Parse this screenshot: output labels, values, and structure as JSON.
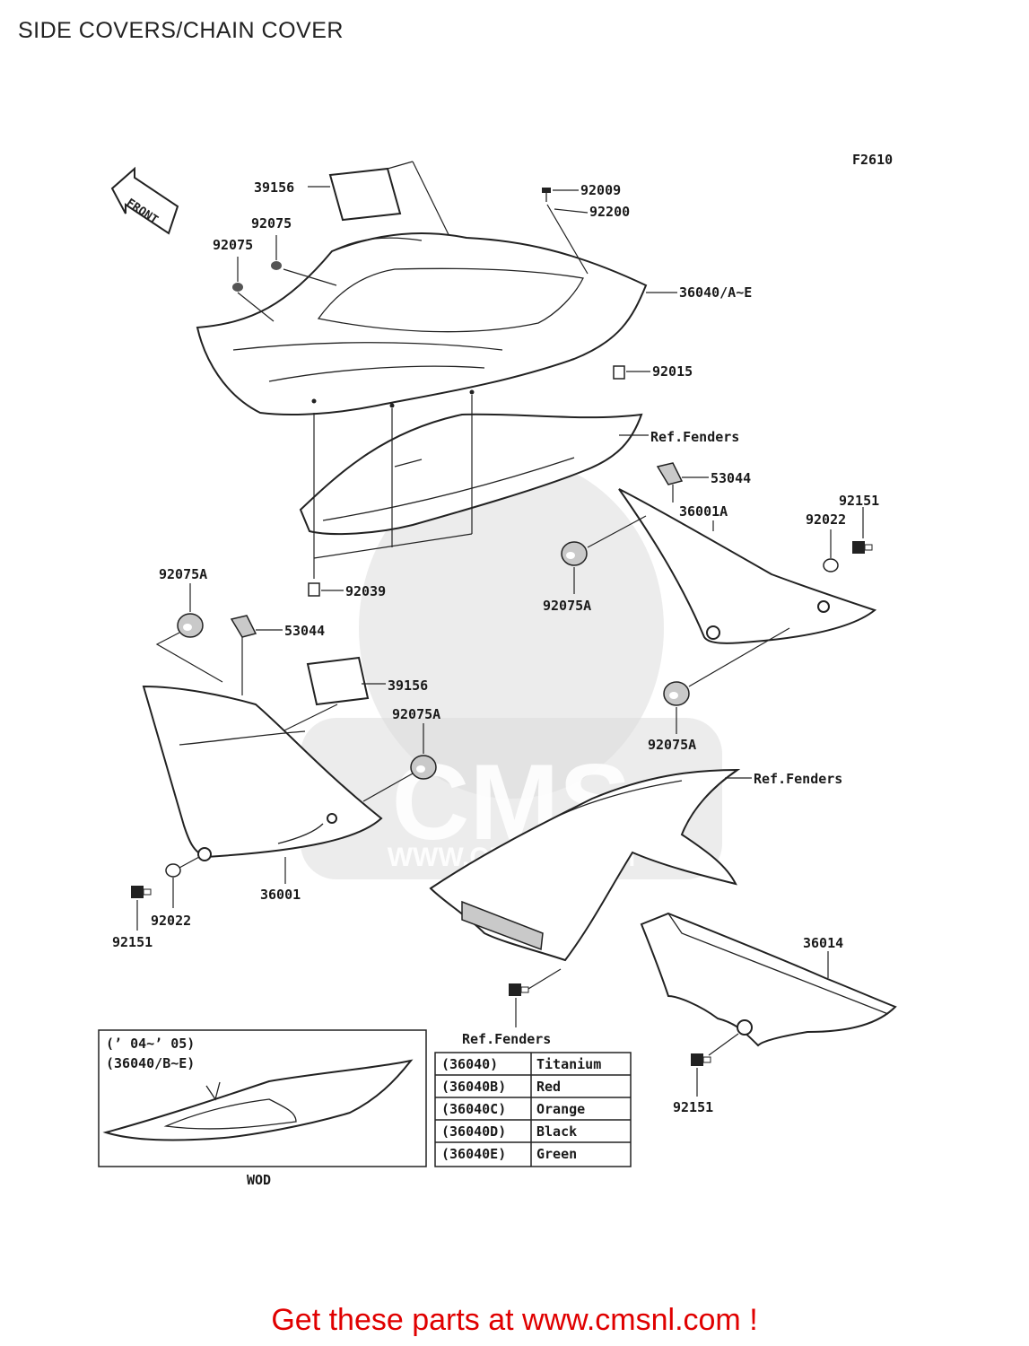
{
  "title": "SIDE COVERS/CHAIN COVER",
  "figure_code": "F2610",
  "front_label": "FRONT",
  "watermark": "CMS",
  "watermark_url": "WWW.CMSNL.COM",
  "callouts": {
    "c39156_top": "39156",
    "c92009": "92009",
    "c92200": "92200",
    "c92075_a": "92075",
    "c92075_b": "92075",
    "c36040": "36040/A~E",
    "c92015": "92015",
    "c_ref_fenders_1": "Ref.Fenders",
    "c53044_right": "53044",
    "c36001A": "36001A",
    "c92151_right": "92151",
    "c92022_right": "92022",
    "c92075A_mid": "92075A",
    "c92039": "92039",
    "c92075A_left": "92075A",
    "c53044_left": "53044",
    "c39156_left": "39156",
    "c92075A_center": "92075A",
    "c92075A_right": "92075A",
    "c_ref_fenders_2": "Ref.Fenders",
    "c36001": "36001",
    "c92022_left": "92022",
    "c92151_left": "92151",
    "c36014": "36014",
    "c_ref_fenders_3": "Ref.Fenders",
    "c92151_bottom": "92151"
  },
  "inset": {
    "years": "(’ 04~’ 05)",
    "parts": "(36040/B~E)",
    "caption": "WOD"
  },
  "color_table": [
    {
      "code": "(36040)",
      "color": "Titanium"
    },
    {
      "code": "(36040B)",
      "color": "Red"
    },
    {
      "code": "(36040C)",
      "color": "Orange"
    },
    {
      "code": "(36040D)",
      "color": "Black"
    },
    {
      "code": "(36040E)",
      "color": "Green"
    }
  ],
  "footer": "Get these parts at www.cmsnl.com !"
}
